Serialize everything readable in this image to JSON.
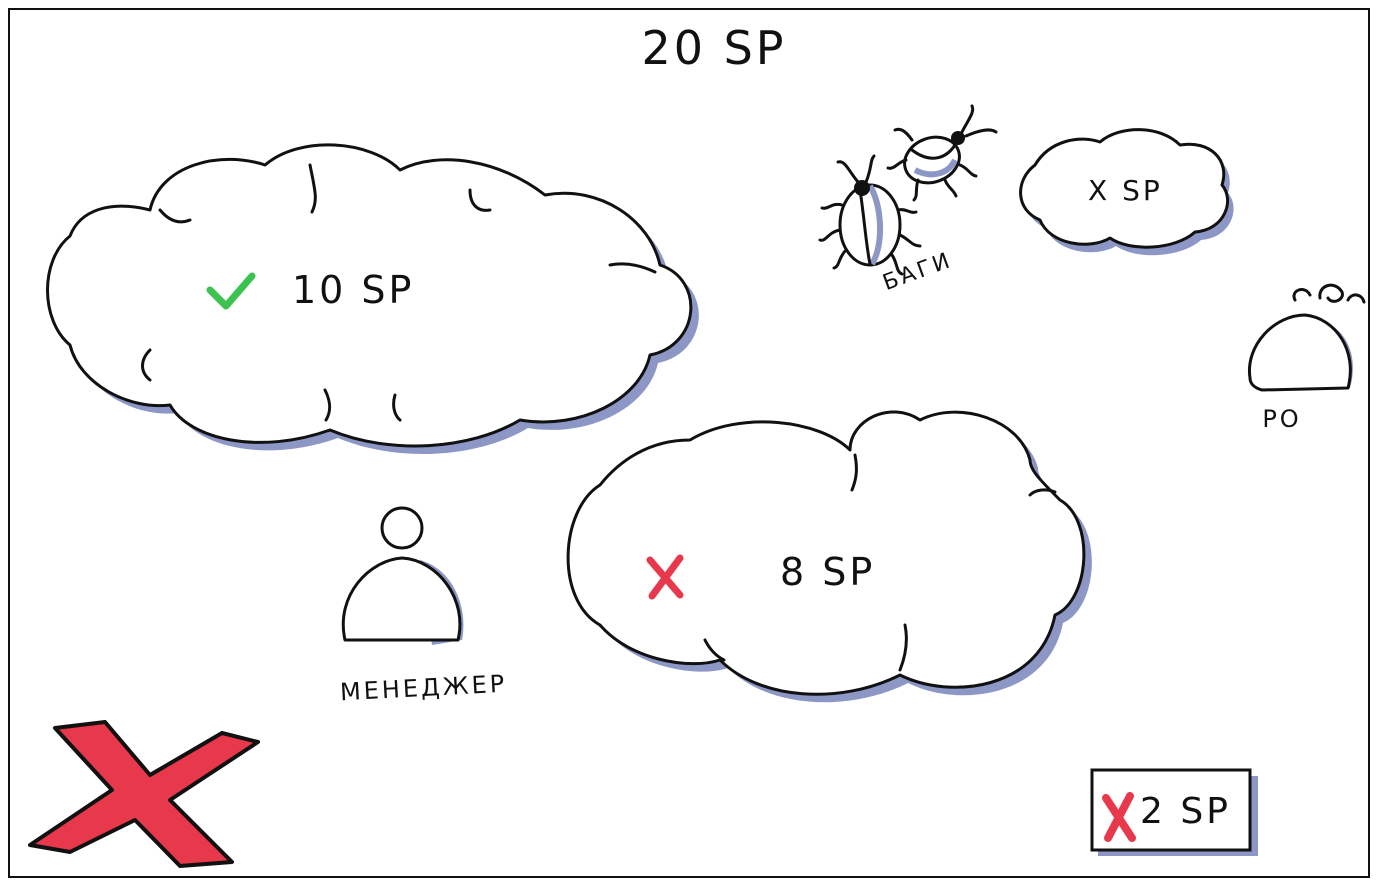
{
  "header": {
    "total_label": "20 SP"
  },
  "clouds": {
    "done": {
      "label": "10 SP",
      "status_icon": "check-icon",
      "status_color": "#3cc24f"
    },
    "failed": {
      "label": "8 SP",
      "status_icon": "cross-icon",
      "status_color": "#e8384b"
    },
    "bugs": {
      "label": "X SP"
    }
  },
  "bugs": {
    "label": "БАГИ"
  },
  "people": {
    "manager": {
      "label": "МЕНЕДЖЕР"
    },
    "po": {
      "label": "PO"
    }
  },
  "penalty_card": {
    "label": "2 SP",
    "icon": "cross-icon",
    "color": "#e8384b"
  },
  "big_cross": {
    "icon": "cross-icon",
    "color": "#e8384b"
  },
  "colors": {
    "ink": "#111111",
    "shadow": "#8c97c6",
    "check": "#3cc24f",
    "cross": "#e8384b"
  }
}
